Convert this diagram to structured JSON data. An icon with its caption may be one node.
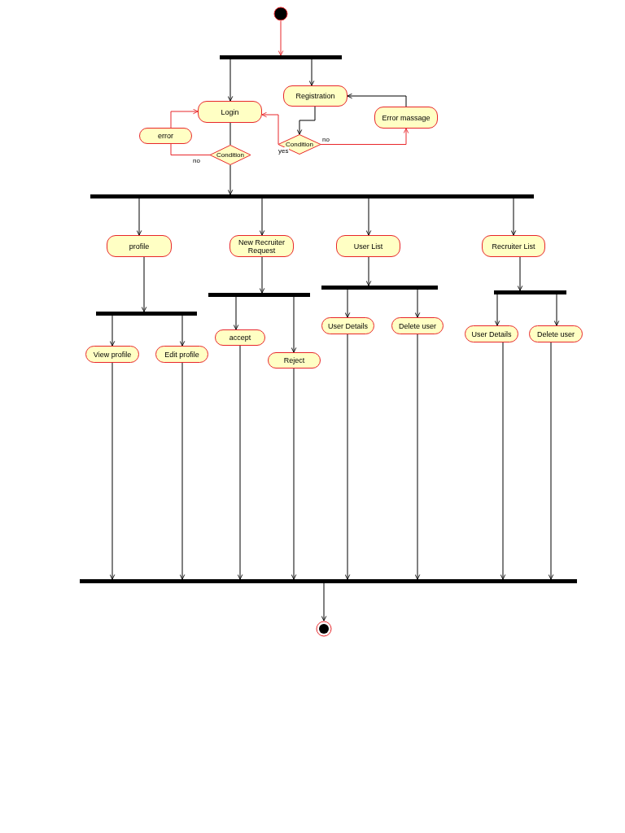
{
  "diagram": {
    "nodes": [
      {
        "text": [],
        "shape": "circle"
      },
      {
        "text": [],
        "shape": "bar"
      },
      {
        "text": [
          "Login"
        ]
      },
      {
        "text": [
          "Registration"
        ]
      },
      {
        "text": [
          "error"
        ]
      },
      {
        "text": [
          "Condition"
        ]
      },
      {
        "text": [
          "Condition"
        ]
      },
      {
        "text": [
          "Error massage"
        ]
      },
      {
        "text": [],
        "shape": "bar"
      },
      {
        "text": [
          "profile"
        ]
      },
      {
        "text": [
          "New Recruiter Request"
        ]
      },
      {
        "text": [
          "User List"
        ]
      },
      {
        "text": [
          "Recruiter List"
        ]
      },
      {
        "text": [],
        "shape": "bar"
      },
      {
        "text": [],
        "shape": "bar"
      },
      {
        "text": [],
        "shape": "bar"
      },
      {
        "text": [],
        "shape": "bar"
      },
      {
        "text": [
          "View profile"
        ]
      },
      {
        "text": [
          "Edit profile"
        ]
      },
      {
        "text": [
          "accept"
        ]
      },
      {
        "text": [
          "Reject"
        ]
      },
      {
        "text": [
          "User Details"
        ]
      },
      {
        "text": [
          "Delete user"
        ]
      },
      {
        "text": [
          "User Details"
        ]
      },
      {
        "text": [
          "Delete user"
        ]
      },
      {
        "text": [],
        "shape": "bar"
      },
      {
        "text": [],
        "shape": "circle"
      }
    ],
    "edges": [
      {
        "from": 0,
        "to": 1,
        "arrow": "to",
        "color": "#e8262a"
      },
      {
        "from": 1,
        "to": 2,
        "arrow": "to"
      },
      {
        "from": 1,
        "to": 3,
        "arrow": "to"
      },
      {
        "from": 2,
        "to": 5,
        "arrow": "none"
      },
      {
        "from": 5,
        "to": 4,
        "arrow": "none",
        "label": "no",
        "color": "#e8262a"
      },
      {
        "from": 4,
        "to": 2,
        "arrow": "to",
        "color": "#e8262a"
      },
      {
        "from": 5,
        "to": 8,
        "arrow": "to"
      },
      {
        "from": 3,
        "to": 6,
        "arrow": "to"
      },
      {
        "from": 6,
        "to": 2,
        "arrow": "to",
        "label": "yes",
        "color": "#e8262a"
      },
      {
        "from": 6,
        "to": 7,
        "arrow": "to",
        "label": "no",
        "color": "#e8262a"
      },
      {
        "from": 7,
        "to": 3,
        "arrow": "to"
      },
      {
        "from": 8,
        "to": 9,
        "arrow": "to"
      },
      {
        "from": 8,
        "to": 10,
        "arrow": "to"
      },
      {
        "from": 8,
        "to": 11,
        "arrow": "to"
      },
      {
        "from": 8,
        "to": 12,
        "arrow": "to"
      },
      {
        "from": 9,
        "to": 13,
        "arrow": "to"
      },
      {
        "from": 10,
        "to": 14,
        "arrow": "to"
      },
      {
        "from": 11,
        "to": 15,
        "arrow": "to"
      },
      {
        "from": 12,
        "to": 16,
        "arrow": "to"
      },
      {
        "from": 13,
        "to": 17,
        "arrow": "to"
      },
      {
        "from": 13,
        "to": 18,
        "arrow": "to"
      },
      {
        "from": 14,
        "to": 19,
        "arrow": "to"
      },
      {
        "from": 14,
        "to": 20,
        "arrow": "to"
      },
      {
        "from": 15,
        "to": 21,
        "arrow": "to"
      },
      {
        "from": 15,
        "to": 22,
        "arrow": "to"
      },
      {
        "from": 16,
        "to": 23,
        "arrow": "to"
      },
      {
        "from": 16,
        "to": 24,
        "arrow": "to"
      },
      {
        "from": 17,
        "to": 25,
        "arrow": "to"
      },
      {
        "from": 18,
        "to": 25,
        "arrow": "to"
      },
      {
        "from": 19,
        "to": 25,
        "arrow": "to"
      },
      {
        "from": 20,
        "to": 25,
        "arrow": "to"
      },
      {
        "from": 21,
        "to": 25,
        "arrow": "to"
      },
      {
        "from": 22,
        "to": 25,
        "arrow": "to"
      },
      {
        "from": 23,
        "to": 25,
        "arrow": "to"
      },
      {
        "from": 24,
        "to": 25,
        "arrow": "to"
      },
      {
        "from": 25,
        "to": 26,
        "arrow": "to"
      }
    ]
  }
}
